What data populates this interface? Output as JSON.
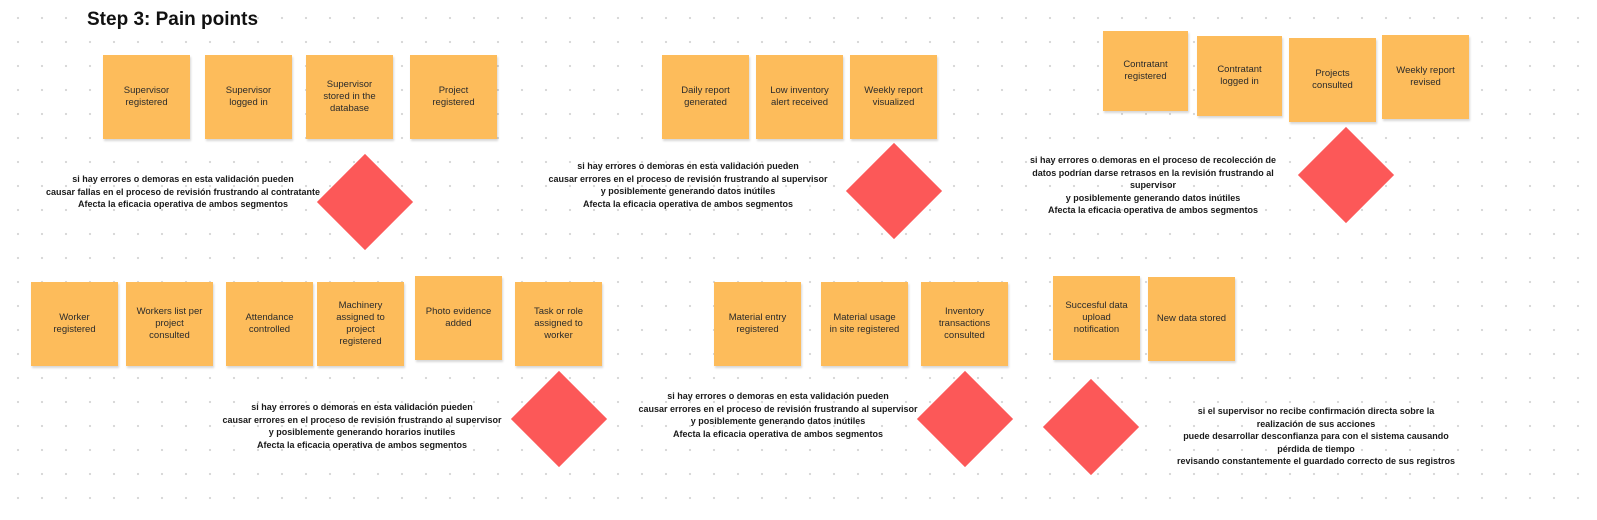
{
  "board": {
    "title": "Step 3: Pain points"
  },
  "stickies": {
    "supervisor_registered": "Supervisor registered",
    "supervisor_logged_in": "Supervisor logged in",
    "supervisor_stored": "Supervisor stored in the database",
    "project_registered": "Project registered",
    "daily_report_generated": "Daily report generated",
    "low_inventory_alert": "Low inventory alert received",
    "weekly_report_visualized": "Weekly report visualized",
    "contratant_registered": "Contratant registered",
    "contratant_logged_in": "Contratant logged in",
    "projects_consulted": "Projects consulted",
    "weekly_report_revised": "Weekly report revised",
    "worker_registered": "Worker registered",
    "workers_list": "Workers list per project consulted",
    "attendance_controlled": "Attendance controlled",
    "machinery_assigned": "Machinery assigned to project registered",
    "photo_evidence": "Photo evidence added",
    "task_role_assigned": "Task or role assigned to worker",
    "material_entry": "Material entry registered",
    "material_usage": "Material usage in site registered",
    "inventory_transactions": "Inventory transactions consulted",
    "upload_notification": "Succesful data upload notification",
    "new_data_stored": "New data stored"
  },
  "notes": {
    "supervisor_flow": "si hay errores o demoras en esta validación pueden\ncausar fallas en el proceso de revisión frustrando al contratante\nAfecta la eficacia operativa de ambos segmentos",
    "reports_flow": "si hay errores o demoras en esta validación pueden\ncausar errores en el proceso de revisión frustrando al supervisor\ny posiblemente generando datos inútiles\nAfecta la eficacia operativa de ambos segmentos",
    "contratant_flow": "si hay errores o demoras en el proceso de recolección de\ndatos podrían darse retrasos en la revisión frustrando al\nsupervisor\ny posiblemente generando datos inútiles\nAfecta la eficacia operativa de ambos segmentos",
    "workers_flow": "si hay errores o demoras en esta validación pueden\ncausar errores en el proceso de revisión frustrando al supervisor\ny posiblemente generando horarios inutiles\nAfecta la eficacia operativa de ambos segmentos",
    "materials_flow": "si hay errores o demoras en esta validación pueden\ncausar errores en el proceso de revisión frustrando al supervisor\ny posiblemente generando datos inútiles\nAfecta la eficacia operativa de ambos segmentos",
    "upload_flow": "si el supervisor no recibe confirmación directa sobre la realización de sus acciones\npuede desarrollar desconfianza para con el sistema causando pérdida de tiempo\nrevisando constantemente el guardado correcto de sus registros"
  },
  "colors": {
    "sticky": "#fdbc5b",
    "pain_point": "#fc5858"
  }
}
